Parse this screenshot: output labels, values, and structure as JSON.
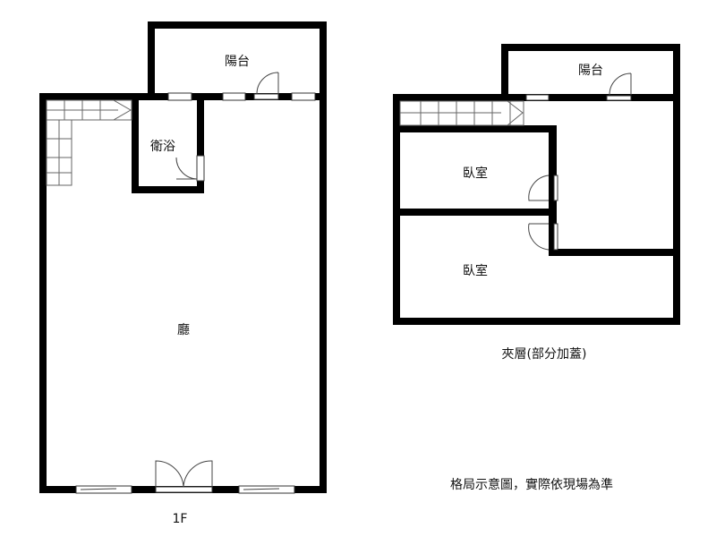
{
  "floor1": {
    "title": "1F",
    "rooms": {
      "balcony": "陽台",
      "bathroom": "衛浴",
      "hall": "廳"
    }
  },
  "mezzanine": {
    "title": "夾層(部分加蓋)",
    "rooms": {
      "balcony": "陽台",
      "bedroom1": "臥室",
      "bedroom2": "臥室"
    }
  },
  "note": "格局示意圖，實際依現場為準"
}
